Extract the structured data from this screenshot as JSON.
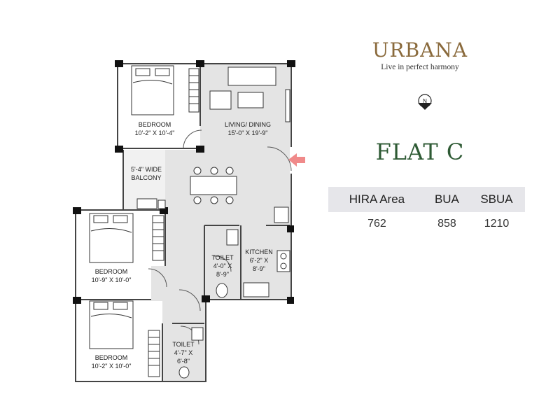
{
  "brand": {
    "name": "URBANA",
    "tagline": "Live in perfect harmony",
    "accent_color": "#8a6a3c"
  },
  "compass": {
    "label": "N",
    "icon": "north-arrow-icon"
  },
  "flat": {
    "title": "FLAT C",
    "title_color": "#2e5a34"
  },
  "area_table": {
    "headers": [
      "HIRA Area",
      "BUA",
      "SBUA"
    ],
    "values": [
      "762",
      "858",
      "1210"
    ]
  },
  "rooms": {
    "bedroom_top": {
      "name": "BEDROOM",
      "size": "10'-2\" X 10'-4\""
    },
    "living_dining": {
      "name": "LIVING/ DINING",
      "size": "15'-0\" X 19'-9\""
    },
    "balcony": {
      "name": "5'-4\" WIDE",
      "name2": "BALCONY"
    },
    "bedroom_mid": {
      "name": "BEDROOM",
      "size": "10'-9\" X 10'-0\""
    },
    "toilet_mid": {
      "name": "TOILET",
      "size1": "4'-0\" X",
      "size2": "8'-9\""
    },
    "kitchen": {
      "name": "KITCHEN",
      "size1": "6'-2\" X",
      "size2": "8'-9\""
    },
    "bedroom_bottom": {
      "name": "BEDROOM",
      "size": "10'-2\" X 10'-0\""
    },
    "toilet_bottom": {
      "name": "TOILET",
      "size1": "4'-7\" X",
      "size2": "6'-8\""
    }
  },
  "entry_marker": {
    "icon": "entry-arrow-icon",
    "color": "#f08a8a"
  },
  "plan_colors": {
    "floor": "#e4e4e4",
    "wall": "#444444",
    "column": "#111111"
  }
}
